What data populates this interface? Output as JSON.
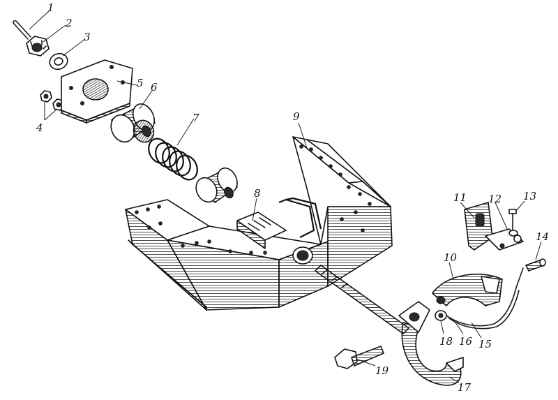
{
  "callouts": [
    {
      "id": "1",
      "text": "1"
    },
    {
      "id": "2",
      "text": "2"
    },
    {
      "id": "3",
      "text": "3"
    },
    {
      "id": "4",
      "text": "4"
    },
    {
      "id": "5",
      "text": "5"
    },
    {
      "id": "6",
      "text": "6"
    },
    {
      "id": "7",
      "text": "7"
    },
    {
      "id": "8",
      "text": "8"
    },
    {
      "id": "9",
      "text": "9"
    },
    {
      "id": "10",
      "text": "10"
    },
    {
      "id": "11",
      "text": "11"
    },
    {
      "id": "12",
      "text": "12"
    },
    {
      "id": "13",
      "text": "13"
    },
    {
      "id": "14",
      "text": "14"
    },
    {
      "id": "15",
      "text": "15"
    },
    {
      "id": "16",
      "text": "16"
    },
    {
      "id": "17",
      "text": "17"
    },
    {
      "id": "18",
      "text": "18"
    },
    {
      "id": "19",
      "text": "19"
    }
  ],
  "colors": {
    "ink": "#1a1a1a",
    "paper": "#ffffff"
  }
}
